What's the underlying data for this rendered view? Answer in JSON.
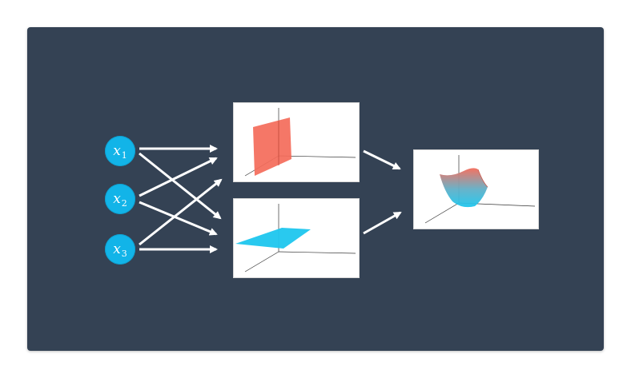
{
  "inputs": [
    {
      "var": "x",
      "sub": "1"
    },
    {
      "var": "x",
      "sub": "2"
    },
    {
      "var": "x",
      "sub": "3"
    }
  ],
  "panels": [
    {
      "surface": "vertical-plane",
      "color": "#f46b5a"
    },
    {
      "surface": "horizontal-plane",
      "color": "#1ec6ee"
    },
    {
      "surface": "curved-surface",
      "colors": [
        "#f46b5a",
        "#1ec6ee"
      ]
    }
  ],
  "colors": {
    "background": "#344254",
    "node": "#12b4e8",
    "arrow": "#ffffff"
  }
}
